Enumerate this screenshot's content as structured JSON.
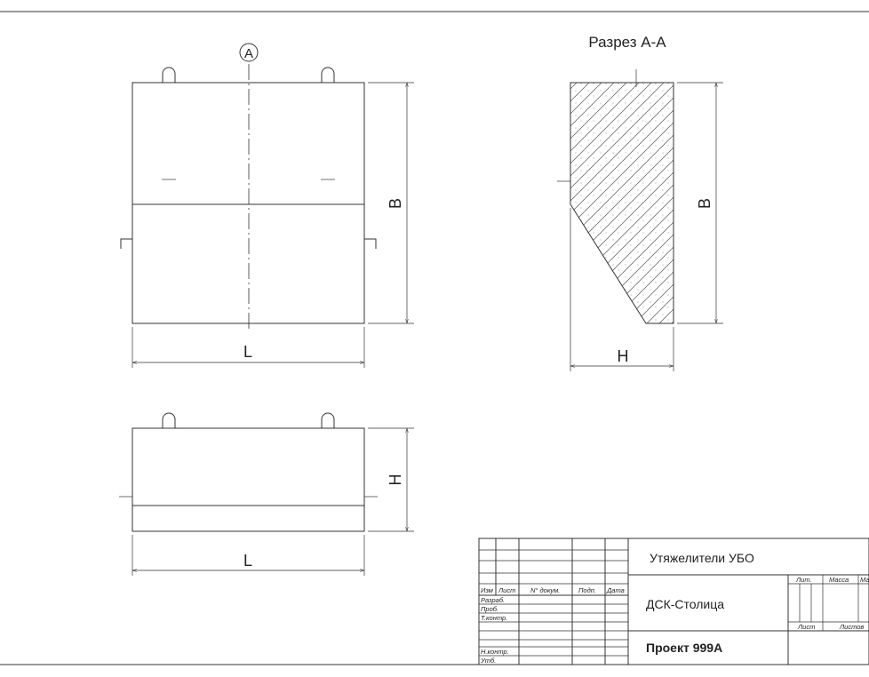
{
  "drawing": {
    "section_marker": "A",
    "section_title": "Разрез А-А",
    "dim_length": "L",
    "dim_width": "B",
    "dim_height": "H"
  },
  "title_block": {
    "product_name": "Утяжелители УБО",
    "organization": "ДСК-Столица",
    "project": "Проект 999А",
    "header_cols": [
      "Изм",
      "Лист",
      "N° докум.",
      "Подп.",
      "Дата"
    ],
    "rows": [
      "Разраб.",
      "Проб.",
      "Т.контр.",
      "Н.контр.",
      "Утб."
    ],
    "lit_label": "Лит.",
    "mass_label": "Масса",
    "scale_label": "Ма",
    "sheet_label": "Лист",
    "sheets_label": "Листов"
  }
}
